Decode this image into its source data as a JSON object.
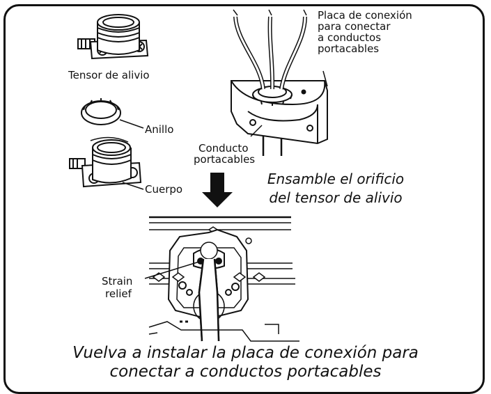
{
  "labels": {
    "tensor_alivio": "Tensor de alivio",
    "anillo": "Anillo",
    "cuerpo": "Cuerpo",
    "placa_1": "Placa de conexión",
    "placa_2": "para conectar",
    "placa_3": "a conductos",
    "placa_4": "portacables",
    "conducto_1": "Conducto",
    "conducto_2": "portacables",
    "strain_1": "Strain",
    "strain_2": "relief"
  },
  "captions": {
    "ensamble_1": "Ensamble el orificio",
    "ensamble_2": "del tensor de alivio",
    "final_1": "Vuelva a instalar la placa de conexión para",
    "final_2": "conectar a conductos portacables"
  }
}
